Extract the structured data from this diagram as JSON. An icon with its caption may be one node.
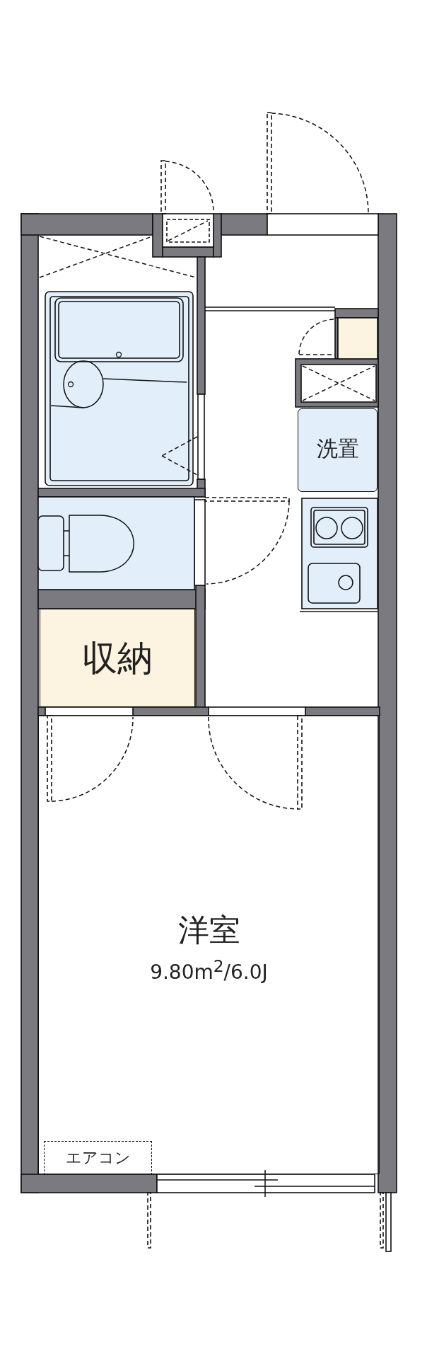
{
  "diagram": {
    "nodes": [
      {
        "text": [
          "収納"
        ]
      },
      {
        "text": [
          "洗置"
        ]
      },
      {
        "text": [
          "洋室",
          "9.80m$^{2}$/6.0J"
        ]
      },
      {
        "text": [
          "エアコン"
        ],
        "in": 2
      }
    ]
  }
}
